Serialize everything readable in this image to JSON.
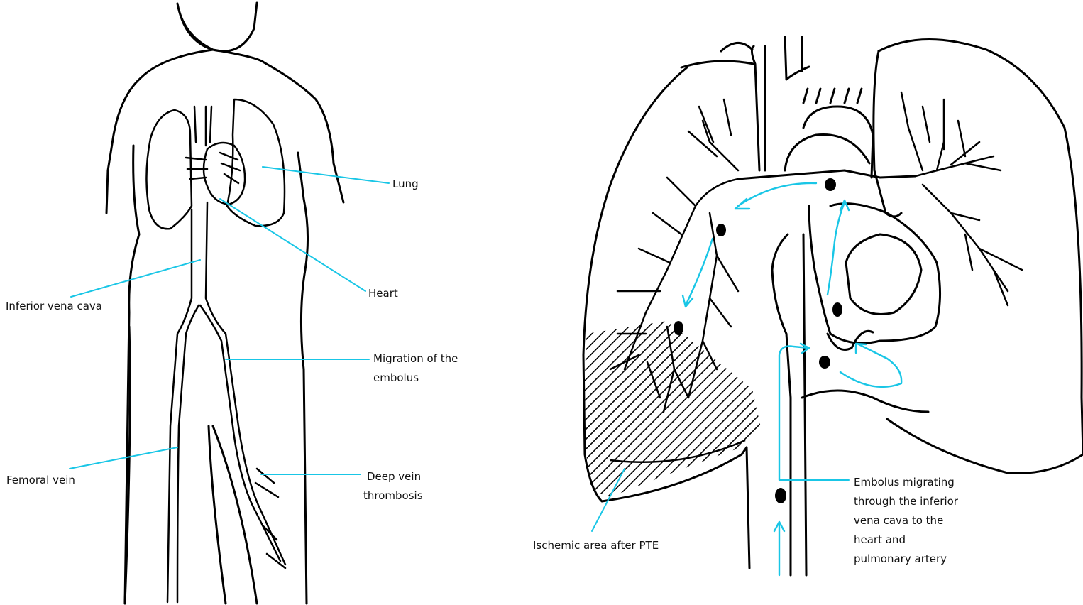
{
  "labels": {
    "lung": "Lung",
    "heart": "Heart",
    "inferior_vena_cava": "Inferior vena cava",
    "migration_line1": "Migration of the",
    "migration_line2": "embolus",
    "femoral_vein": "Femoral vein",
    "dvt_line1": "Deep vein",
    "dvt_line2": "thrombosis",
    "ischemic_area": "Ischemic area after PTE",
    "embolus_path_line1": "Embolus migrating",
    "embolus_path_line2": "through the inferior",
    "embolus_path_line3": "vena cava to the",
    "embolus_path_line4": "heart and",
    "embolus_path_line5": "pulmonary artery"
  },
  "colors": {
    "ink": "#000000",
    "leader": "#19c6e6",
    "text": "#111111"
  }
}
